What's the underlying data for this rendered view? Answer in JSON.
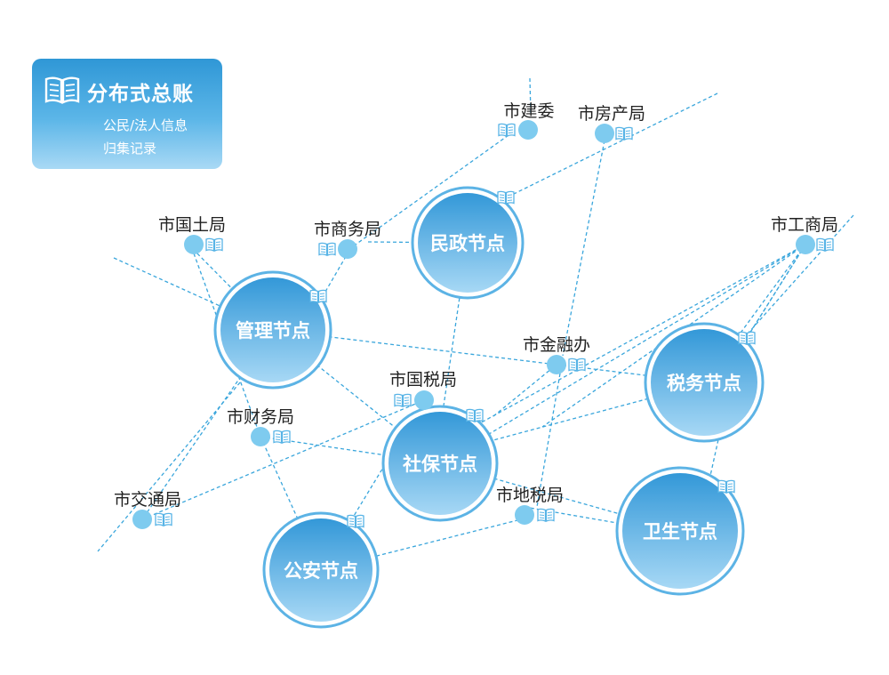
{
  "legend": {
    "title": "分布式总账",
    "line1": "公民/法人信息",
    "line2": "归集记录",
    "icon": "ledger-book-icon"
  },
  "colors": {
    "line": "#3aa6dc",
    "node_top": "#3398d8",
    "node_bottom": "#a7d8f5",
    "ring": "#5cb3e5",
    "dot": "#7ecbef",
    "book": "#58b4e6",
    "label": "#222222"
  },
  "main_nodes": [
    {
      "id": "minzheng",
      "label": "民政节点"
    },
    {
      "id": "guanli",
      "label": "管理节点"
    },
    {
      "id": "shuiwu",
      "label": "税务节点"
    },
    {
      "id": "shebao",
      "label": "社保节点"
    },
    {
      "id": "weisheng",
      "label": "卫生节点"
    },
    {
      "id": "gongan",
      "label": "公安节点"
    }
  ],
  "sub_nodes": [
    {
      "id": "jianwei",
      "label": "市建委"
    },
    {
      "id": "fangchan",
      "label": "市房产局"
    },
    {
      "id": "guotu",
      "label": "市国土局"
    },
    {
      "id": "shangwu",
      "label": "市商务局"
    },
    {
      "id": "gongshang",
      "label": "市工商局"
    },
    {
      "id": "jinrong",
      "label": "市金融办"
    },
    {
      "id": "guoshui",
      "label": "市国税局"
    },
    {
      "id": "caiwu",
      "label": "市财务局"
    },
    {
      "id": "jiaotong",
      "label": "市交通局"
    },
    {
      "id": "dishui",
      "label": "市地税局"
    }
  ]
}
